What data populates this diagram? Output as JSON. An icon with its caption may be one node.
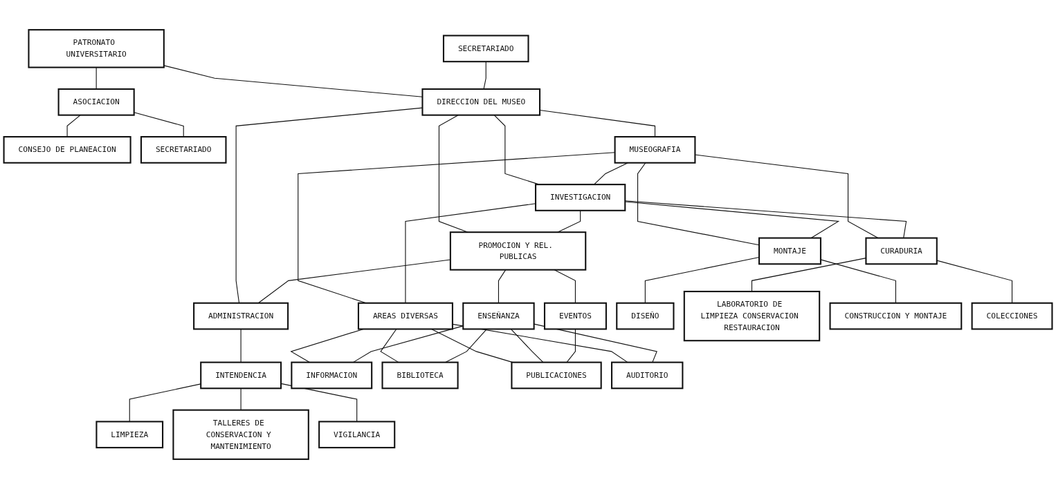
{
  "diagram": {
    "nodes": [
      {
        "text": [
          "PATRONATO UNIVERSITARIO"
        ]
      },
      {
        "text": [
          "ASOCIACION"
        ]
      },
      {
        "text": [
          "SECRETARIADO"
        ]
      },
      {
        "text": [
          "DIRECCION DEL MUSEO"
        ]
      },
      {
        "text": [
          "CONSEJO DE PLANEACION"
        ]
      },
      {
        "text": [
          "SECRETARIADO"
        ]
      },
      {
        "text": [
          "MUSEOGRAFIA"
        ]
      },
      {
        "text": [
          "INVESTIGACION"
        ]
      },
      {
        "text": [
          "PROMOCION Y REL. PUBLICAS"
        ]
      },
      {
        "text": [
          "ADMINISTRACION"
        ]
      },
      {
        "text": [
          "MONTAJE"
        ]
      },
      {
        "text": [
          "CURADURIA"
        ]
      },
      {
        "text": [
          "AREAS DIVERSAS"
        ]
      },
      {
        "text": [
          "ENSEÑANZA"
        ]
      },
      {
        "text": [
          "EVENTOS"
        ]
      },
      {
        "text": [
          "DISEÑO"
        ]
      },
      {
        "text": [
          "INTENDENCIA"
        ]
      },
      {
        "text": [
          "LABORATORIO DE LIMPIEZA CONSERVACION RESTAURACION"
        ]
      },
      {
        "text": [
          "INFORMACION"
        ]
      },
      {
        "text": [
          "LIMPIEZA"
        ]
      },
      {
        "text": [
          "BIBLIOTECA"
        ]
      },
      {
        "text": [
          "CONSTRUCCION Y MONTAJE"
        ]
      },
      {
        "text": [
          "PUBLICACIONES"
        ]
      },
      {
        "text": [
          "VIGILANCIA"
        ]
      },
      {
        "text": [
          "TALLERES DE CONSERVACION Y MANTENIMIENTO"
        ]
      },
      {
        "text": [
          "COLECCIONES"
        ]
      },
      {
        "text": [
          "AUDITORIO"
        ]
      }
    ],
    "edges": [
      {
        "from": 0,
        "to": 1,
        "arrow": "none"
      },
      {
        "from": 0,
        "to": 3,
        "arrow": "none"
      },
      {
        "from": 1,
        "to": 4,
        "arrow": "none"
      },
      {
        "from": 1,
        "to": 5,
        "arrow": "none"
      },
      {
        "from": 2,
        "to": 3,
        "arrow": "none"
      },
      {
        "from": 3,
        "to": 6,
        "arrow": "none"
      },
      {
        "from": 3,
        "to": 7,
        "arrow": "none"
      },
      {
        "from": 3,
        "to": 8,
        "arrow": "none"
      },
      {
        "from": 3,
        "to": 9,
        "arrow": "none"
      },
      {
        "from": 6,
        "to": 7,
        "arrow": "none"
      },
      {
        "from": 7,
        "to": 8,
        "arrow": "none"
      },
      {
        "from": 8,
        "to": 9,
        "arrow": "none"
      },
      {
        "from": 6,
        "to": 10,
        "arrow": "none"
      },
      {
        "from": 6,
        "to": 11,
        "arrow": "none"
      },
      {
        "from": 6,
        "to": 12,
        "arrow": "none"
      },
      {
        "from": 7,
        "to": 10,
        "arrow": "none"
      },
      {
        "from": 7,
        "to": 11,
        "arrow": "none"
      },
      {
        "from": 7,
        "to": 12,
        "arrow": "none"
      },
      {
        "from": 8,
        "to": 13,
        "arrow": "none"
      },
      {
        "from": 8,
        "to": 14,
        "arrow": "none"
      },
      {
        "from": 9,
        "to": 16,
        "arrow": "none"
      },
      {
        "from": 10,
        "to": 15,
        "arrow": "none"
      },
      {
        "from": 10,
        "to": 21,
        "arrow": "none"
      },
      {
        "from": 11,
        "to": 17,
        "arrow": "none"
      },
      {
        "from": 11,
        "to": 25,
        "arrow": "none"
      },
      {
        "from": 12,
        "to": 18,
        "arrow": "none"
      },
      {
        "from": 12,
        "to": 20,
        "arrow": "none"
      },
      {
        "from": 12,
        "to": 22,
        "arrow": "none"
      },
      {
        "from": 12,
        "to": 26,
        "arrow": "none"
      },
      {
        "from": 13,
        "to": 18,
        "arrow": "none"
      },
      {
        "from": 13,
        "to": 20,
        "arrow": "none"
      },
      {
        "from": 13,
        "to": 22,
        "arrow": "none"
      },
      {
        "from": 13,
        "to": 26,
        "arrow": "none"
      },
      {
        "from": 14,
        "to": 22,
        "arrow": "none"
      },
      {
        "from": 16,
        "to": 19,
        "arrow": "none"
      },
      {
        "from": 16,
        "to": 24,
        "arrow": "none"
      },
      {
        "from": 16,
        "to": 23,
        "arrow": "none"
      }
    ]
  }
}
